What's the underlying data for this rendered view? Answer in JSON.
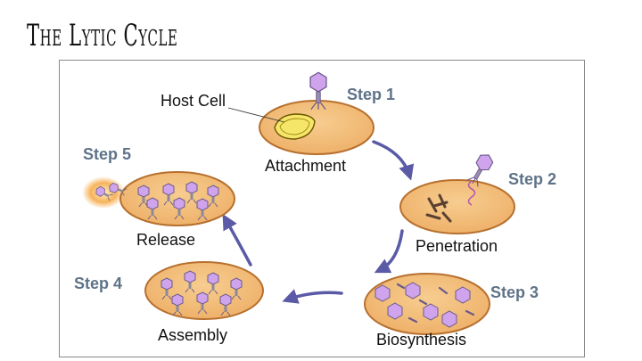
{
  "slide": {
    "title": "The Lytic Cycle"
  },
  "diagram": {
    "host_cell_label": "Host Cell",
    "stages": [
      {
        "step": "Step 1",
        "name": "Attachment"
      },
      {
        "step": "Step 2",
        "name": "Penetration"
      },
      {
        "step": "Step 3",
        "name": "Biosynthesis"
      },
      {
        "step": "Step 4",
        "name": "Assembly"
      },
      {
        "step": "Step 5",
        "name": "Release"
      }
    ],
    "colors": {
      "cell_fill": "#f2bd78",
      "cell_stroke": "#b7702e",
      "nucleus_fill": "#f5e66a",
      "phage_head": "#cfa4ec",
      "phage_stroke": "#6a5a8a",
      "arrow": "#5a5aa6",
      "step_text": "#5f7388"
    },
    "icons": [
      "bacteriophage-icon",
      "cycle-arrow-icon"
    ]
  }
}
